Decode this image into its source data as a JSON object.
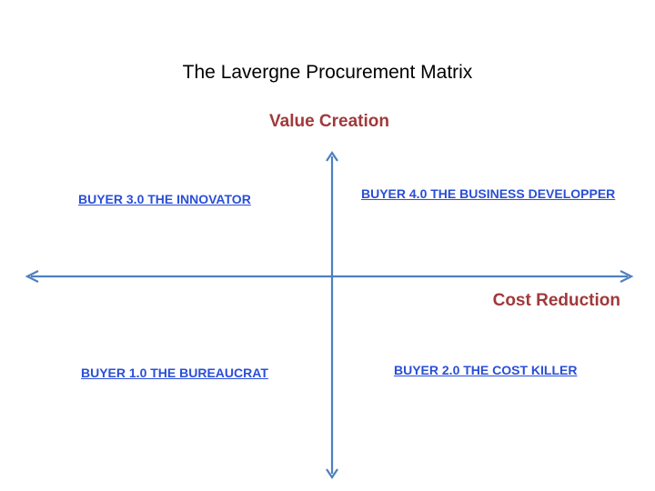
{
  "title": "The Lavergne Procurement Matrix",
  "axes": {
    "y_label": "Value Creation",
    "x_label": "Cost Reduction",
    "label_color": "#a0393b",
    "line_color": "#4f7fbd"
  },
  "quadrants": {
    "top_left": "BUYER 3.0 THE INNOVATOR",
    "top_right": "BUYER 4.0 THE BUSINESS DEVELOPPER",
    "bottom_left": "BUYER 1.0 THE BUREAUCRAT",
    "bottom_right": "BUYER 2.0 THE COST KILLER",
    "link_color": "#2a4fd6"
  }
}
